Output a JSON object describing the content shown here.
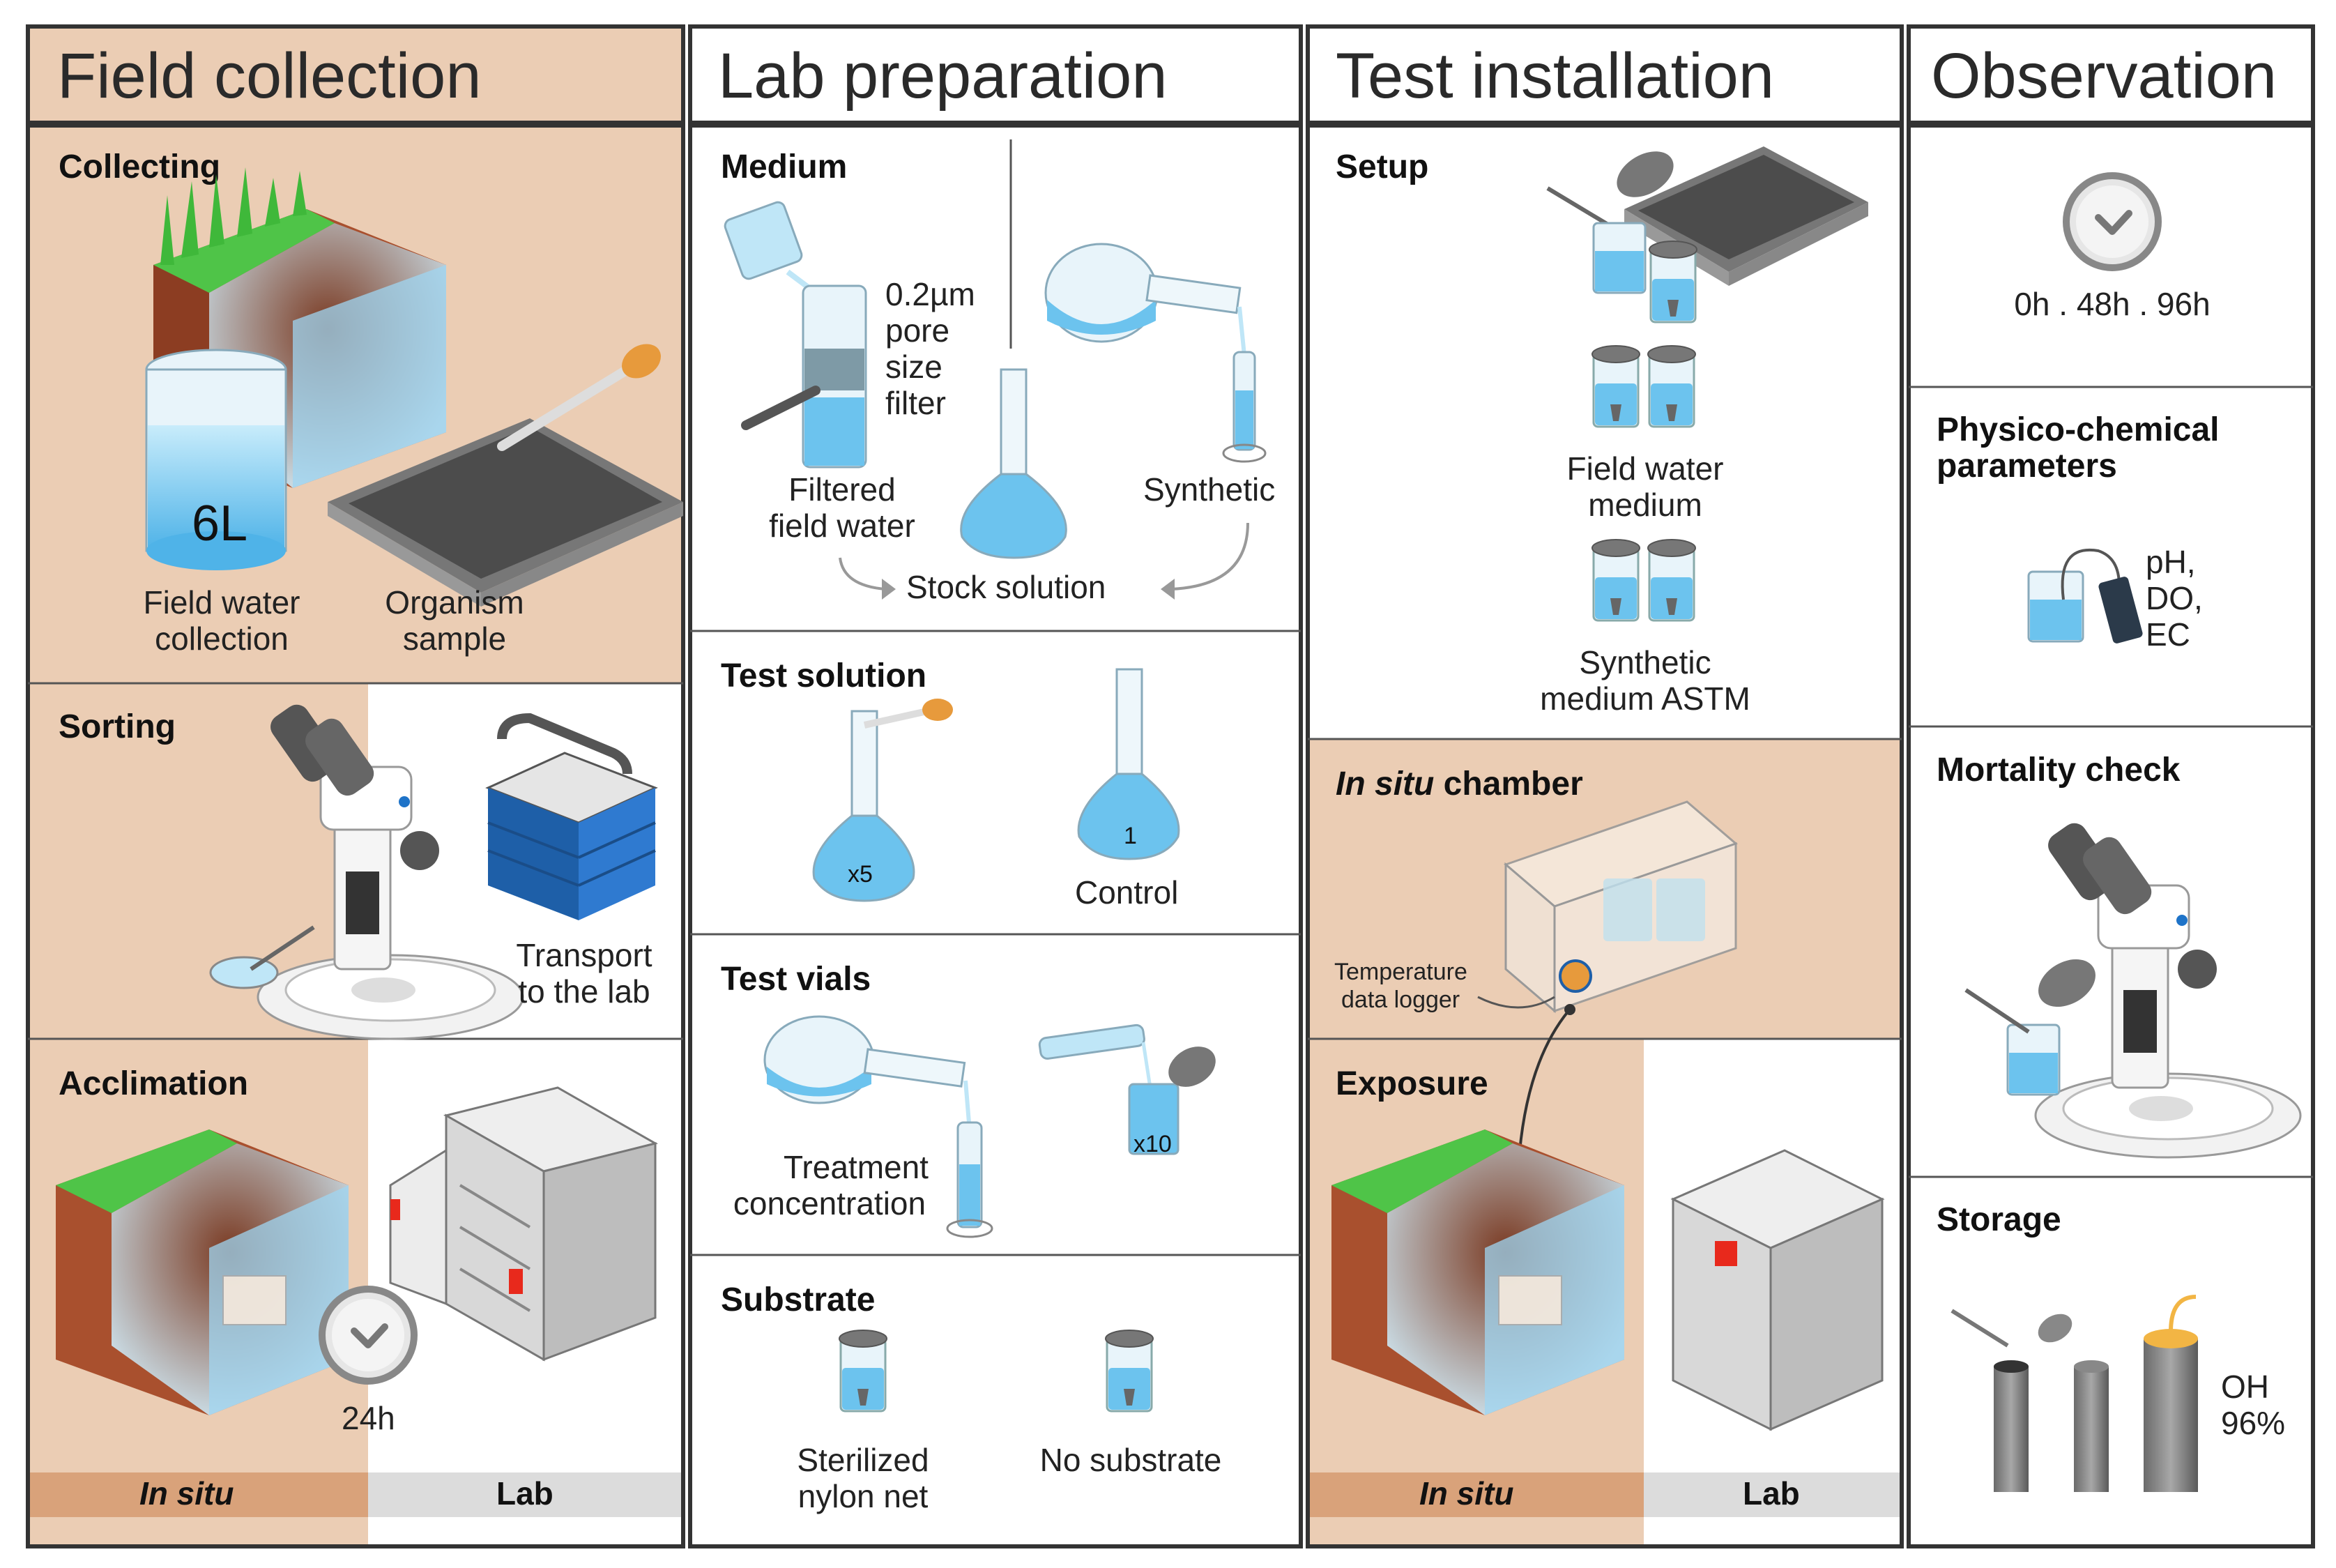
{
  "columns": [
    {
      "title": "Field collection"
    },
    {
      "title": "Lab preparation"
    },
    {
      "title": "Test installation"
    },
    {
      "title": "Observation"
    }
  ],
  "field_collection": {
    "collecting": {
      "title": "Collecting",
      "volume": "6L",
      "label_left": [
        "Field water",
        "collection"
      ],
      "label_right": [
        "Organism",
        "sample"
      ]
    },
    "sorting": {
      "title": "Sorting",
      "label": [
        "Transport",
        "to the lab"
      ]
    },
    "acclimation": {
      "title": "Acclimation",
      "time": "24h"
    },
    "bar": {
      "left": "In situ",
      "right": "Lab"
    }
  },
  "lab_preparation": {
    "medium": {
      "title": "Medium",
      "filter": [
        "0.2µm",
        "pore",
        "size",
        "filter"
      ],
      "filtered": [
        "Filtered",
        "field water"
      ],
      "synthetic": "Synthetic",
      "stock": "Stock solution"
    },
    "test_solution": {
      "title": "Test solution",
      "x5": "x5",
      "control_num": "1",
      "control": "Control"
    },
    "test_vials": {
      "title": "Test vials",
      "x10": "x10",
      "treatment": [
        "Treatment",
        "concentration"
      ]
    },
    "substrate": {
      "title": "Substrate",
      "sterilized": [
        "Sterilized",
        "nylon net"
      ],
      "none": "No substrate"
    }
  },
  "test_installation": {
    "setup": {
      "title": "Setup",
      "field_medium": [
        "Field water",
        "medium"
      ],
      "synthetic_medium": [
        "Synthetic",
        "medium ASTM"
      ]
    },
    "chamber": {
      "title_italic": "In situ",
      "title_rest": " chamber",
      "logger": [
        "Temperature",
        "data logger"
      ]
    },
    "exposure": {
      "title": "Exposure"
    },
    "bar": {
      "left": "In situ",
      "right": "Lab"
    }
  },
  "observation": {
    "timing": {
      "times": "0h . 48h . 96h"
    },
    "physico": {
      "title": [
        "Physico-chemical",
        "parameters"
      ],
      "params": [
        "pH,",
        "DO,",
        "EC"
      ]
    },
    "mortality": {
      "title": "Mortality check"
    },
    "storage": {
      "title": "Storage",
      "ethanol": [
        "OH",
        "96%"
      ]
    }
  },
  "colors": {
    "tan": "#ebcdb4",
    "bar_tan": "#d9a27a",
    "bar_grey": "#dcdcdc",
    "water": "#8fd0f0",
    "water_dark": "#5db8e8",
    "border": "#333333",
    "soil": "#a9502e",
    "grass": "#4fc448"
  }
}
